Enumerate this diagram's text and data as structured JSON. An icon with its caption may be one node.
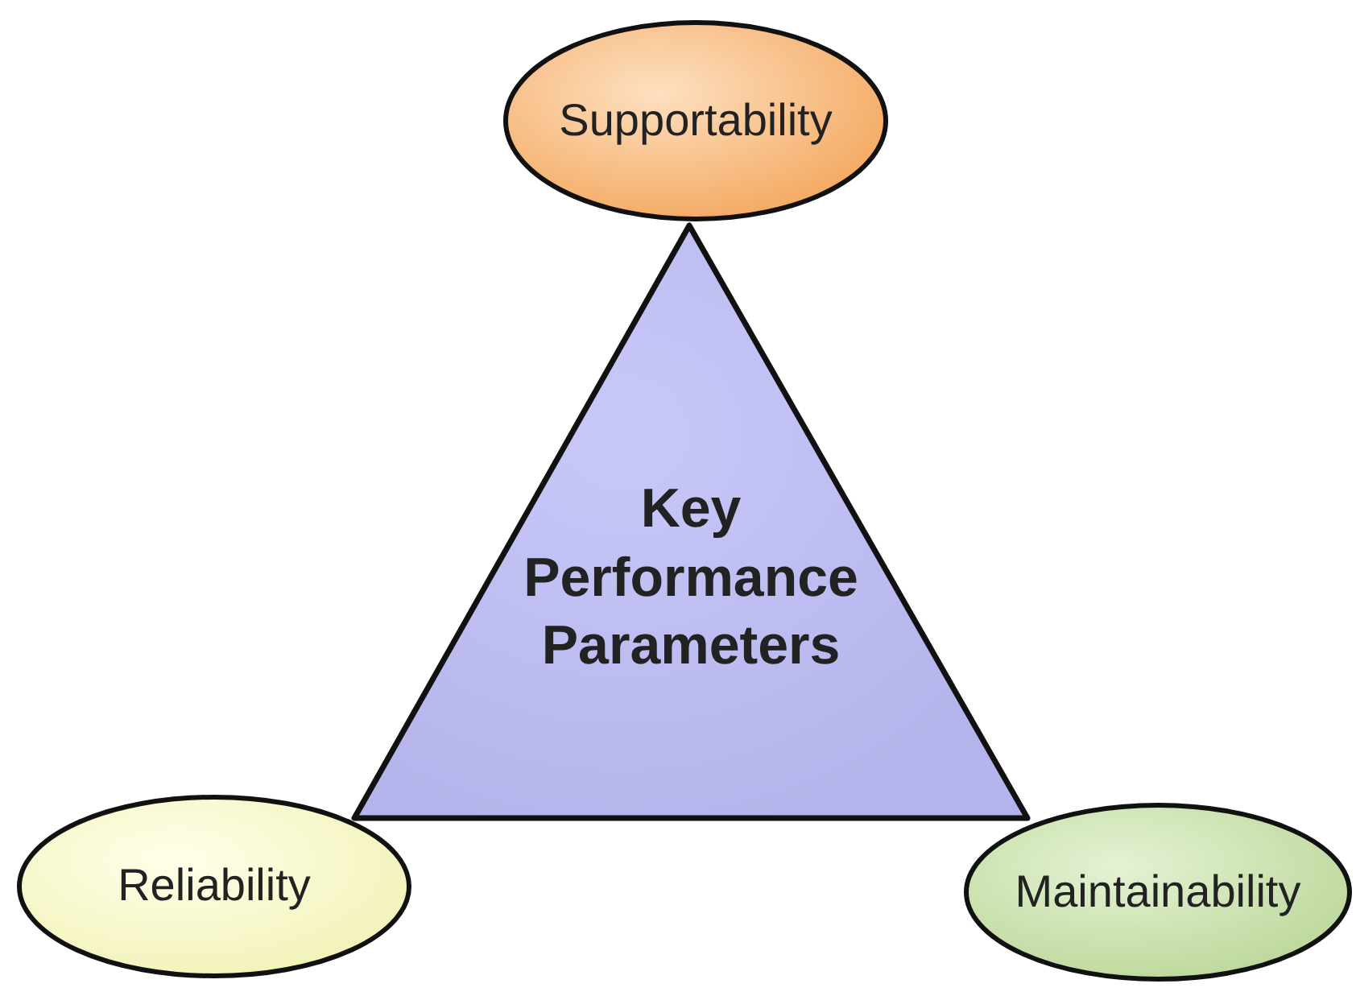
{
  "diagram": {
    "nodes": [
      {
        "text": [
          "Supportability"
        ]
      },
      {
        "text": [
          "Key Performance Parameters"
        ]
      },
      {
        "text": [
          "Reliability"
        ]
      },
      {
        "text": [
          "Maintainability"
        ]
      }
    ]
  }
}
